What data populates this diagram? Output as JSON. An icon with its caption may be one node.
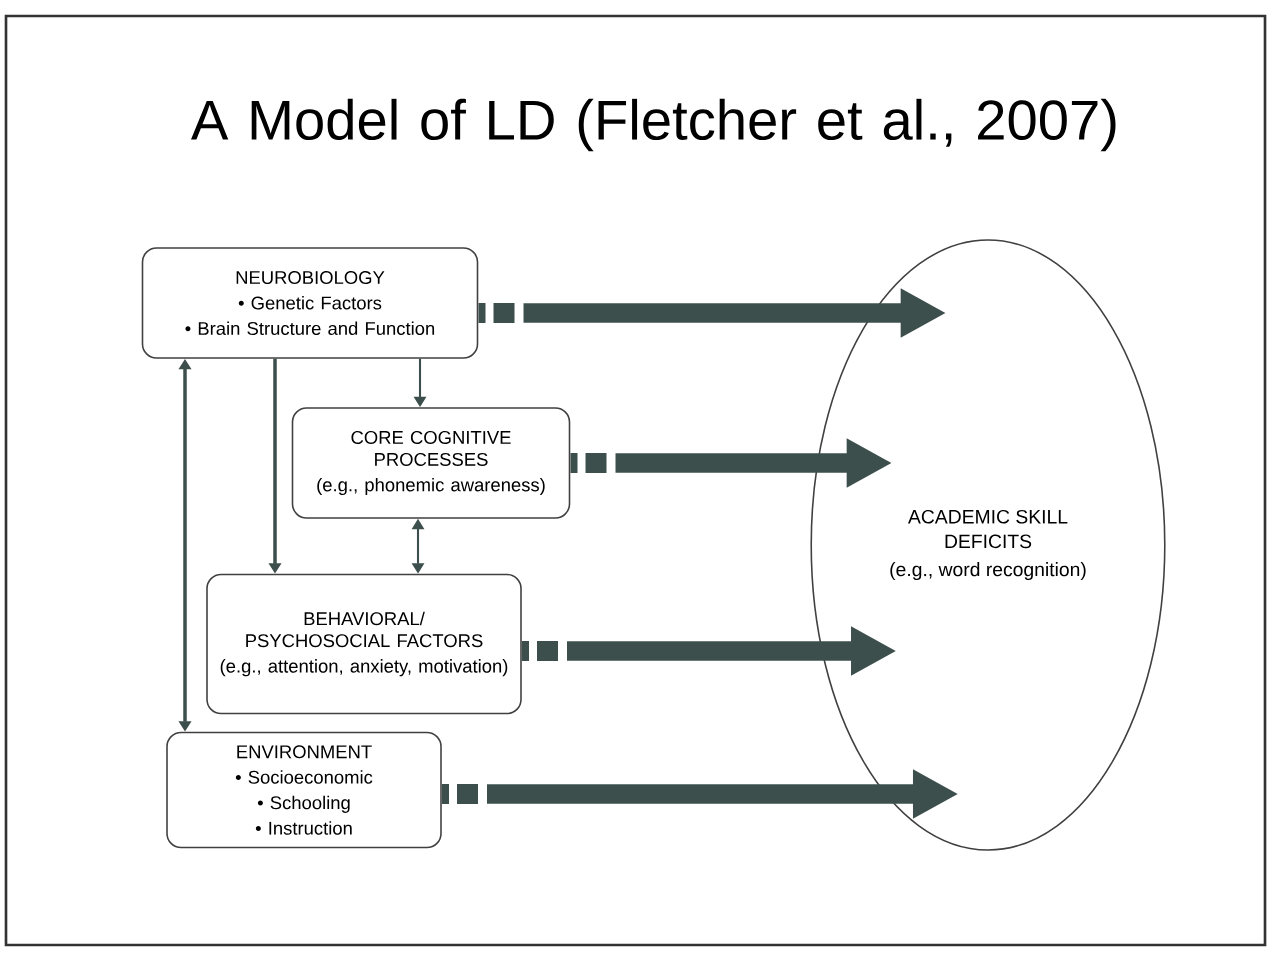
{
  "diagram": {
    "title": "A Model of LD (Fletcher et al., 2007)",
    "nodes": [
      {
        "text": [
          "NEUROBIOLOGY",
          "• Genetic Factors",
          "• Brain Structure and Function"
        ]
      },
      {
        "text": [
          "CORE COGNITIVE PROCESSES",
          "(e.g., phonemic awareness)"
        ]
      },
      {
        "text": [
          "BEHAVIORAL/ PSYCHOSOCIAL FACTORS",
          "(e.g., attention, anxiety, motivation)"
        ]
      },
      {
        "text": [
          "ENVIRONMENT",
          "• Socioeconomic",
          "• Schooling",
          "• Instruction"
        ]
      },
      {
        "text": [
          "ACADEMIC SKILL DEFICITS",
          "(e.g., word recognition)"
        ]
      }
    ],
    "edges": [
      {
        "from": 0,
        "to": 1,
        "arrow": "to"
      },
      {
        "from": 0,
        "to": 2,
        "arrow": "to"
      },
      {
        "from": 1,
        "to": 2,
        "arrow": "both"
      },
      {
        "from": 0,
        "to": 3,
        "arrow": "both"
      },
      {
        "from": 0,
        "to": 4,
        "arrow": "to",
        "style": "thick"
      },
      {
        "from": 1,
        "to": 4,
        "arrow": "to",
        "style": "thick"
      },
      {
        "from": 2,
        "to": 4,
        "arrow": "to",
        "style": "thick"
      },
      {
        "from": 3,
        "to": 4,
        "arrow": "to",
        "style": "thick"
      }
    ]
  }
}
